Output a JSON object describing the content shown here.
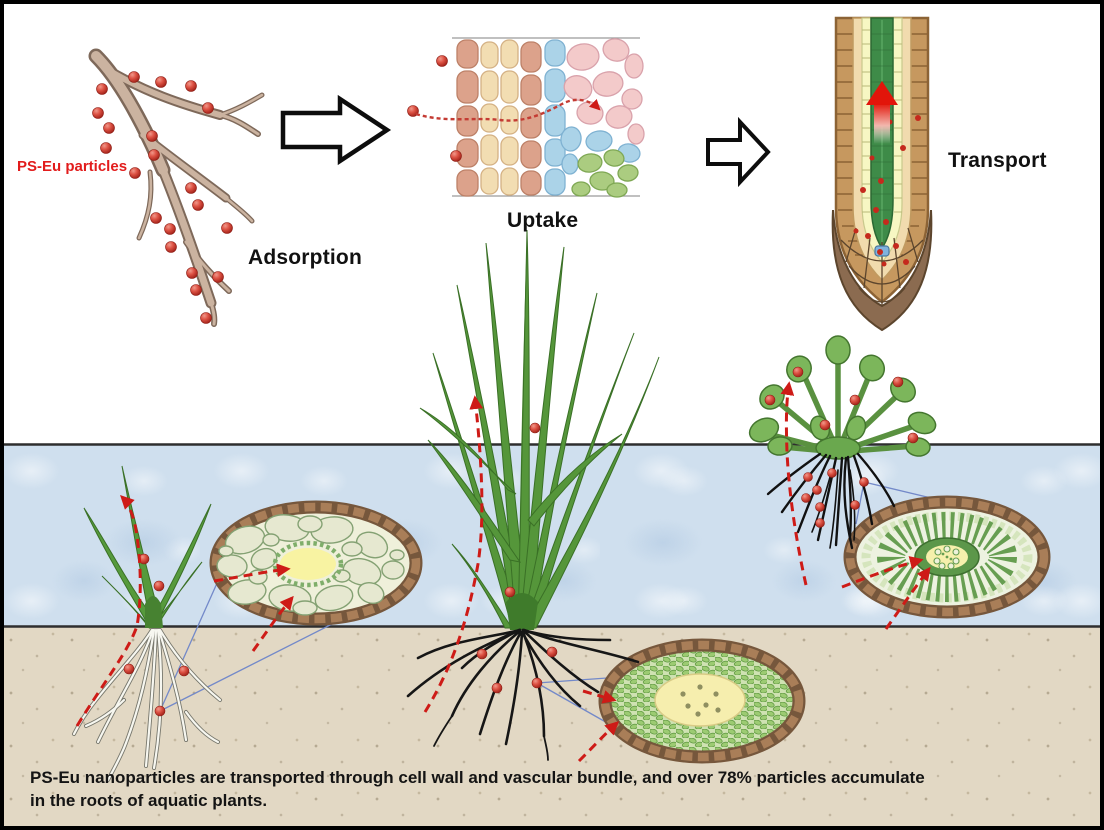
{
  "labels": {
    "particle_annotation": "PS-Eu particles",
    "step_adsorption": "Adsorption",
    "step_uptake": "Uptake",
    "step_transport": "Transport"
  },
  "caption": {
    "line1": "PS-Eu nanoparticles are transported through cell wall and vascular bundle, and over 78% particles accumulate",
    "line2": "in the roots of aquatic plants.",
    "accumulation_percent": "78%"
  },
  "icons": {
    "flow_arrow": "right-block-arrow",
    "particle": "red-nanoparticle-sphere",
    "transport_path": "red-dashed-arrow",
    "magnifier_link": "blue-connector-line"
  },
  "colors": {
    "water": "#cfdfee",
    "sediment": "#e2d8c4",
    "particle_red": "#dd5244",
    "dashed_arrow_red": "#ce1b17",
    "connector_blue": "#7389c9",
    "root_tan": "#cbb3a0",
    "leaf_green": "#569a3c",
    "ring_brown": "#76573c",
    "vascular_yellow": "#f8f3a2"
  }
}
